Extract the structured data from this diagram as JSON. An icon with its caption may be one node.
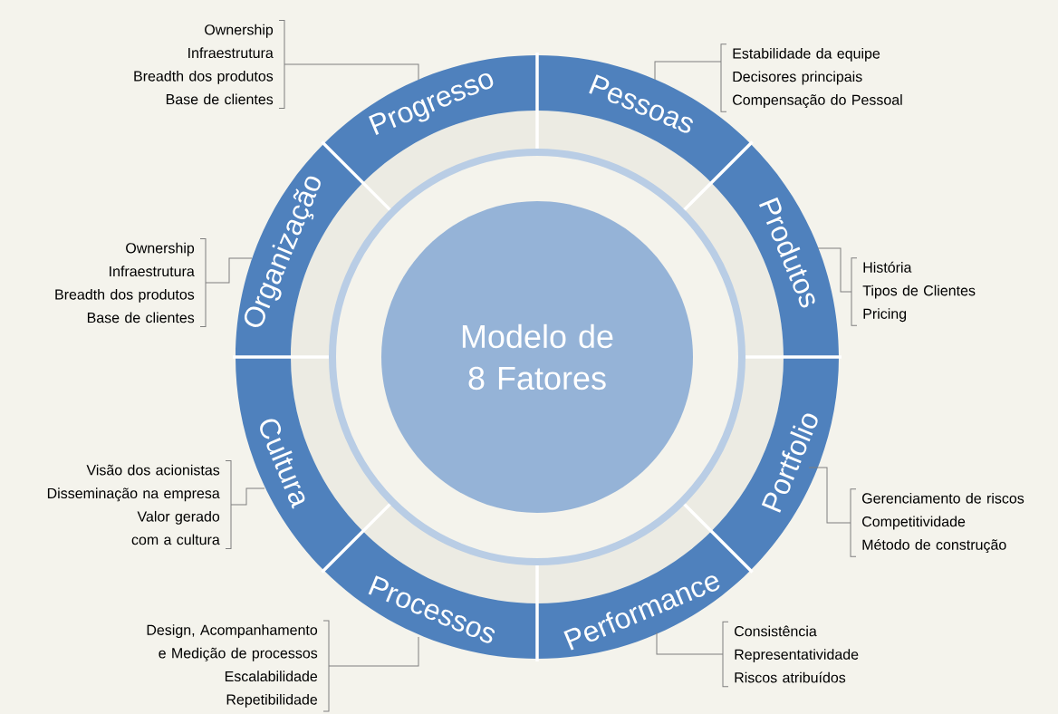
{
  "diagram": {
    "nodes": [
      {
        "text": [
          "Modelo de 8 Fatores"
        ]
      },
      {
        "text": [
          "Progresso"
        ]
      },
      {
        "text": [
          "Pessoas"
        ]
      },
      {
        "text": [
          "Produtos"
        ]
      },
      {
        "text": [
          "Portfolio"
        ]
      },
      {
        "text": [
          "Performance"
        ]
      },
      {
        "text": [
          "Processos"
        ]
      },
      {
        "text": [
          "Cultura"
        ]
      },
      {
        "text": [
          "Organização"
        ]
      },
      {
        "text": [
          "Ownership",
          "Infraestrutura",
          "Breadth dos produtos",
          "Base de clientes"
        ]
      },
      {
        "text": [
          "Estabilidade da equipe",
          "Decisores principais",
          "Compensação do Pessoal"
        ]
      },
      {
        "text": [
          "História",
          "Tipos de Clientes",
          "Pricing"
        ]
      },
      {
        "text": [
          "Gerenciamento de riscos",
          "Competitividade",
          "Método de construção"
        ]
      },
      {
        "text": [
          "Consistência",
          "Representatividade",
          "Riscos atribuídos"
        ]
      },
      {
        "text": [
          "Design, Acompanhamento e Medição de processos",
          "Escalabilidade",
          "Repetibilidade"
        ]
      },
      {
        "text": [
          "Visão dos acionistas",
          "Disseminação na empresa",
          "Valor gerado com a cultura"
        ]
      },
      {
        "text": [
          "Ownership",
          "Infraestrutura",
          "Breadth dos produtos",
          "Base de clientes"
        ]
      }
    ],
    "edges": [
      {
        "from": 9,
        "to": 1,
        "arrow": "none"
      },
      {
        "from": 10,
        "to": 2,
        "arrow": "none"
      },
      {
        "from": 11,
        "to": 3,
        "arrow": "none"
      },
      {
        "from": 12,
        "to": 4,
        "arrow": "none"
      },
      {
        "from": 13,
        "to": 5,
        "arrow": "none"
      },
      {
        "from": 14,
        "to": 6,
        "arrow": "none"
      },
      {
        "from": 15,
        "to": 7,
        "arrow": "none"
      },
      {
        "from": 16,
        "to": 8,
        "arrow": "none"
      }
    ]
  }
}
